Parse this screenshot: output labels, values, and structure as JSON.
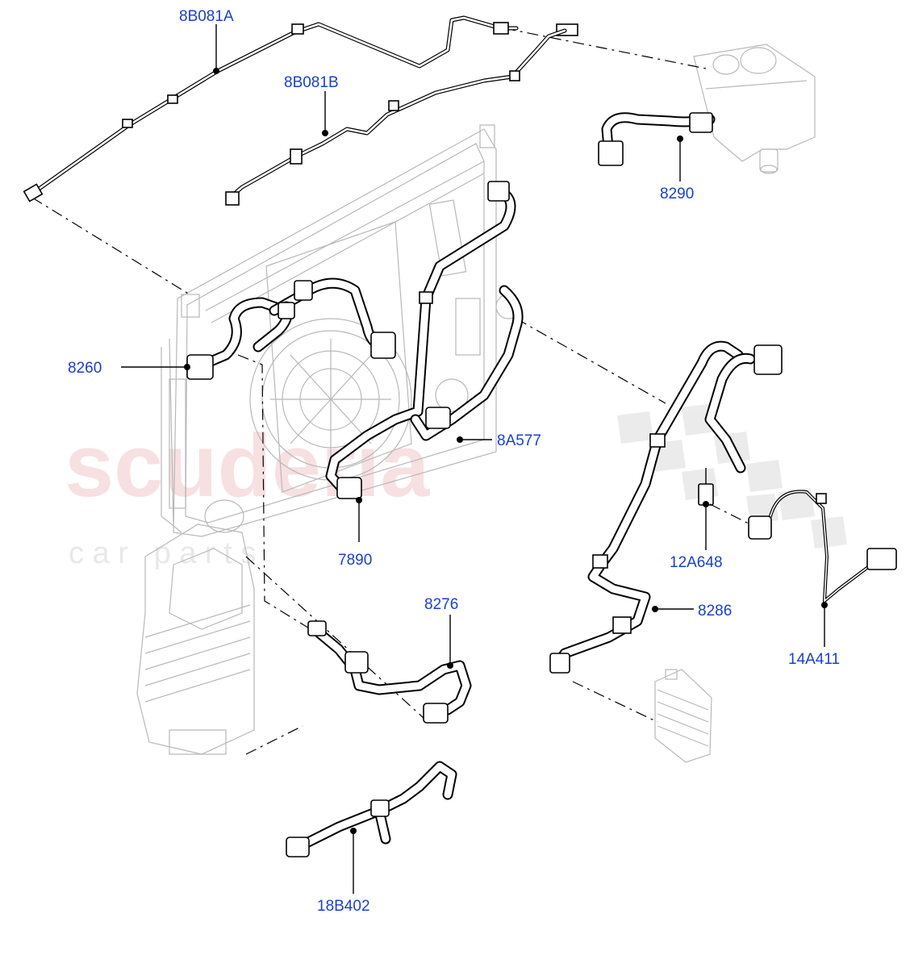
{
  "watermark": {
    "brand": "scuderia",
    "tagline": "c a r   p a r t s"
  },
  "callouts": [
    {
      "id": "8B081A",
      "label": "8B081A"
    },
    {
      "id": "8B081B",
      "label": "8B081B"
    },
    {
      "id": "8290",
      "label": "8290"
    },
    {
      "id": "8260",
      "label": "8260"
    },
    {
      "id": "8A577",
      "label": "8A577"
    },
    {
      "id": "7890",
      "label": "7890"
    },
    {
      "id": "12A648",
      "label": "12A648"
    },
    {
      "id": "8276",
      "label": "8276"
    },
    {
      "id": "8286",
      "label": "8286"
    },
    {
      "id": "14A411",
      "label": "14A411"
    },
    {
      "id": "18B402",
      "label": "18B402"
    }
  ]
}
